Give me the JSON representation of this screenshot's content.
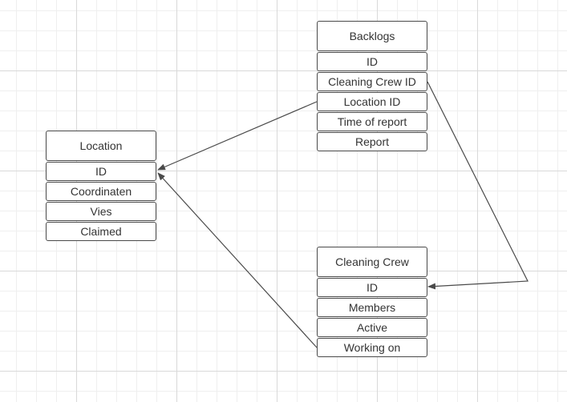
{
  "entities": {
    "location": {
      "title": "Location",
      "fields": [
        "ID",
        "Coordinaten",
        "Vies",
        "Claimed"
      ]
    },
    "backlogs": {
      "title": "Backlogs",
      "fields": [
        "ID",
        "Cleaning Crew ID",
        "Location ID",
        "Time of report",
        "Report"
      ]
    },
    "cleaning_crew": {
      "title": "Cleaning Crew",
      "fields": [
        "ID",
        "Members",
        "Active",
        "Working on"
      ]
    }
  },
  "relationships": [
    {
      "from": "backlogs.location_id",
      "to": "location.id"
    },
    {
      "from": "backlogs.cleaning_crew_id",
      "to": "cleaning_crew.id"
    },
    {
      "from": "cleaning_crew.working_on",
      "to": "location.id"
    }
  ],
  "colors": {
    "line": "#4a4a4a",
    "text": "#333333",
    "grid": "#d9d9d9"
  }
}
